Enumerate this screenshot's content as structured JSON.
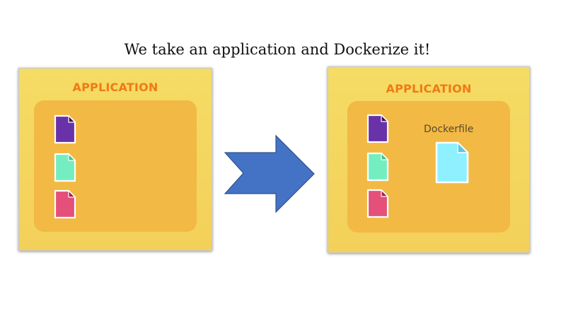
{
  "slide": {
    "title": "We take an application and Dockerize it!"
  },
  "left_card": {
    "heading": "APPLICATION",
    "files": [
      {
        "color": "#6a32a8",
        "fold_color": "#3b175e"
      },
      {
        "color": "#74eec0",
        "fold_color": "#3fc38f"
      },
      {
        "color": "#e4507a",
        "fold_color": "#a52147"
      }
    ]
  },
  "right_card": {
    "heading": "APPLICATION",
    "files": [
      {
        "color": "#6a32a8",
        "fold_color": "#3b175e"
      },
      {
        "color": "#74eec0",
        "fold_color": "#3fc38f"
      },
      {
        "color": "#e4507a",
        "fold_color": "#a52147"
      }
    ],
    "dockerfile_label": "Dockerfile",
    "dockerfile_color": "#8ff0ff",
    "dockerfile_fold_color": "#5bc6e6"
  },
  "colors": {
    "card_background": "#f5dc64",
    "inner_panel": "#f2b945",
    "heading": "#ef7a17",
    "arrow_fill": "#4472c4",
    "arrow_stroke": "#2f528f"
  },
  "icons": {
    "arrow": "right-arrow-chevron-icon",
    "file": "document-file-icon"
  }
}
